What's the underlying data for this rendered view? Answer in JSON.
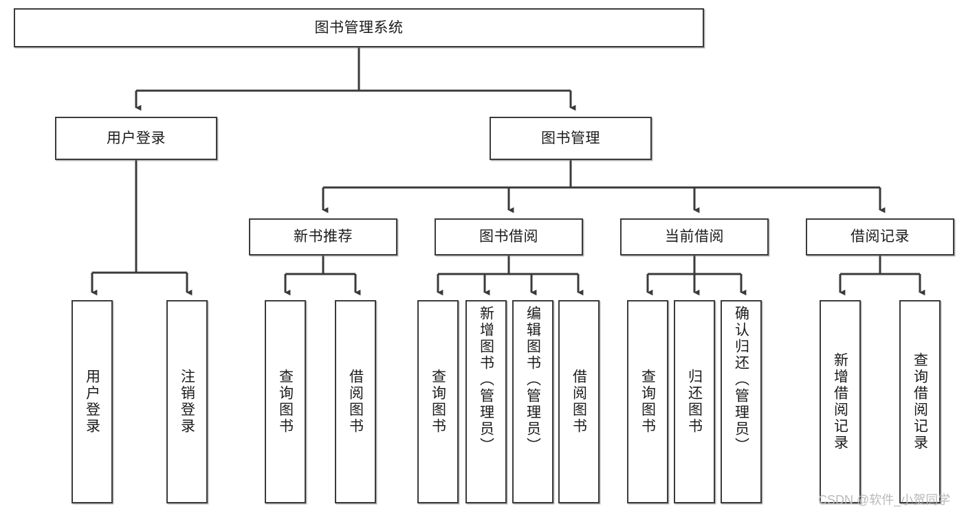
{
  "diagram": {
    "type": "hierarchy-tree",
    "title": "图书管理系统",
    "root": {
      "id": "root",
      "label": "图书管理系统"
    },
    "level2": [
      {
        "id": "user-login",
        "label": "用户登录"
      },
      {
        "id": "book-management",
        "label": "图书管理"
      }
    ],
    "level3": [
      {
        "id": "new-book-recommend",
        "label": "新书推荐",
        "parent": "book-management"
      },
      {
        "id": "book-borrow",
        "label": "图书借阅",
        "parent": "book-management"
      },
      {
        "id": "current-borrow",
        "label": "当前借阅",
        "parent": "book-management"
      },
      {
        "id": "borrow-record",
        "label": "借阅记录",
        "parent": "book-management"
      }
    ],
    "leaves": [
      {
        "id": "leaf-user-login",
        "label": "用户登录",
        "parent": "user-login"
      },
      {
        "id": "leaf-logout",
        "label": "注销登录",
        "parent": "user-login"
      },
      {
        "id": "leaf-query-book-1",
        "label": "查询图书",
        "parent": "new-book-recommend"
      },
      {
        "id": "leaf-borrow-book-1",
        "label": "借阅图书",
        "parent": "new-book-recommend"
      },
      {
        "id": "leaf-query-book-2",
        "label": "查询图书",
        "parent": "book-borrow"
      },
      {
        "id": "leaf-add-book",
        "label": "新增图书（管理员）",
        "parent": "book-borrow"
      },
      {
        "id": "leaf-edit-book",
        "label": "编辑图书（管理员）",
        "parent": "book-borrow"
      },
      {
        "id": "leaf-borrow-book-2",
        "label": "借阅图书",
        "parent": "book-borrow"
      },
      {
        "id": "leaf-query-book-3",
        "label": "查询图书",
        "parent": "current-borrow"
      },
      {
        "id": "leaf-return-book",
        "label": "归还图书",
        "parent": "current-borrow"
      },
      {
        "id": "leaf-confirm-return",
        "label": "确认归还（管理员）",
        "parent": "current-borrow"
      },
      {
        "id": "leaf-add-record",
        "label": "新增借阅记录",
        "parent": "borrow-record"
      },
      {
        "id": "leaf-query-record",
        "label": "查询借阅记录",
        "parent": "borrow-record"
      }
    ],
    "colors": {
      "box_border": "#3a3a3a",
      "box_fill": "#ffffff",
      "connector": "#3a3a3a",
      "text": "#1b1b1b",
      "watermark": "#b9b9b9"
    }
  },
  "watermark": {
    "text": "CSDN @软件_小贺同学"
  }
}
